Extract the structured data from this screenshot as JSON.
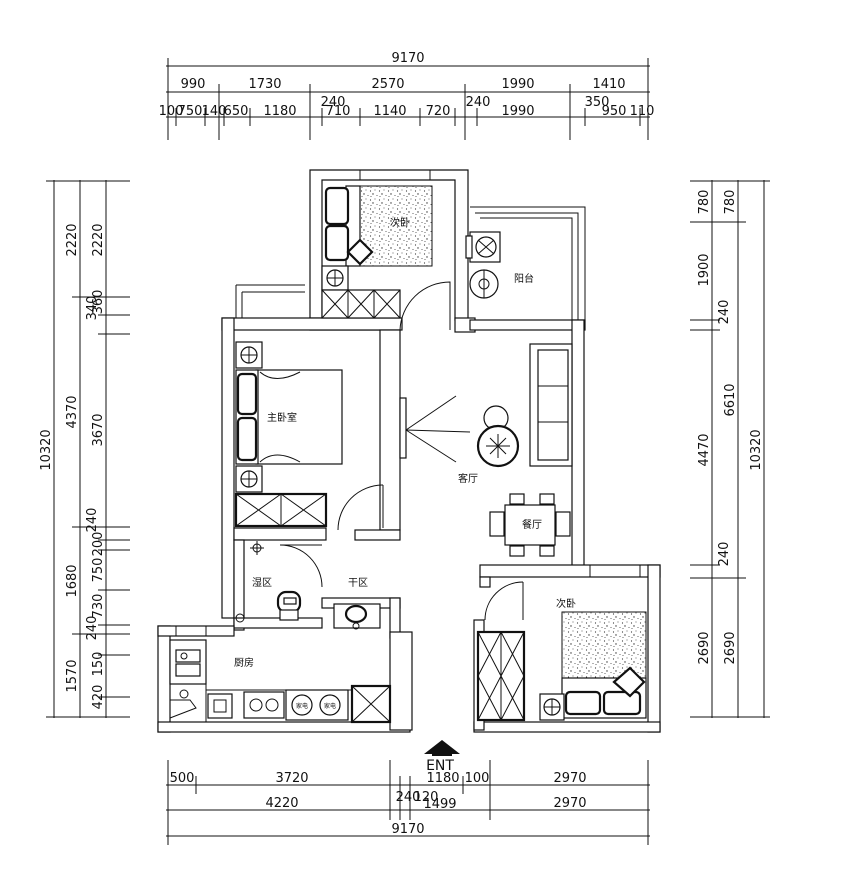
{
  "dimensions": {
    "top_total": "9170",
    "top_row1": [
      "990",
      "1730",
      "2570",
      "1990",
      "1410"
    ],
    "top_row2": [
      "100",
      "750",
      "140",
      "650",
      "1180",
      "240",
      "710",
      "1140",
      "720",
      "240",
      "1990",
      "350",
      "950",
      "110"
    ],
    "bottom_row1": [
      "500",
      "3720",
      "1180",
      "100",
      "2970"
    ],
    "bottom_row2": [
      "4220",
      "240",
      "1499",
      "2970"
    ],
    "bottom_row2_small": "120",
    "bottom_total": "9170",
    "left_outer": [
      "2220",
      "4370",
      "1680",
      "1570"
    ],
    "left_outer_total": "10320",
    "left_inner": [
      "2220",
      "340",
      "360",
      "3670",
      "240",
      "200",
      "750",
      "730",
      "240",
      "150",
      "420"
    ],
    "right_inner": [
      "780",
      "1900",
      "240",
      "4470",
      "240",
      "2690"
    ],
    "right_outer": [
      "780",
      "6610",
      "2690"
    ],
    "right_outer_total": "10320"
  },
  "rooms": {
    "second_bedroom_top": "次卧",
    "balcony": "阳台",
    "master_bedroom": "主卧室",
    "living_room": "客厅",
    "dining_room": "餐厅",
    "wet_area": "湿区",
    "dry_area": "干区",
    "kitchen": "厨房",
    "second_bedroom_bottom": "次卧"
  },
  "appliances": {
    "appliance_a": "家电",
    "appliance_b": "家电"
  },
  "entrance": "ENT"
}
